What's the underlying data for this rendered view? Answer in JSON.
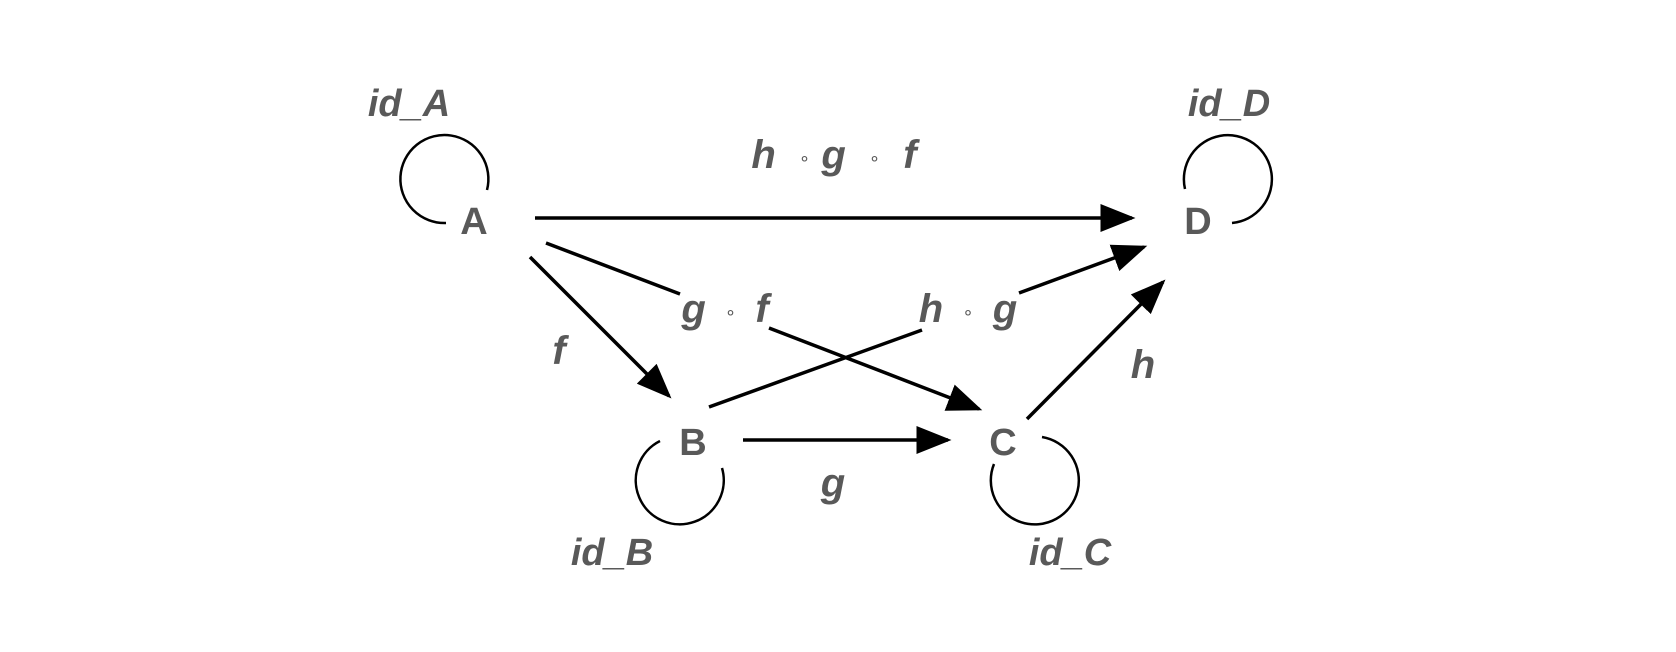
{
  "colors": {
    "text": "#595959",
    "line": "#000000",
    "background": "#ffffff"
  },
  "nodes": {
    "A": "A",
    "B": "B",
    "C": "C",
    "D": "D"
  },
  "identity_labels": {
    "A": "id_A",
    "B": "id_B",
    "C": "id_C",
    "D": "id_D"
  },
  "morphisms": {
    "f": "f",
    "g": "g",
    "h": "h",
    "g_after_f": {
      "left": "g",
      "op": "∘",
      "right": "f"
    },
    "h_after_g": {
      "left": "h",
      "op": "∘",
      "right": "g"
    },
    "h_after_g_after_f": {
      "first": "h",
      "op1": "∘",
      "second": "g",
      "op2": "∘",
      "third": "f"
    }
  }
}
